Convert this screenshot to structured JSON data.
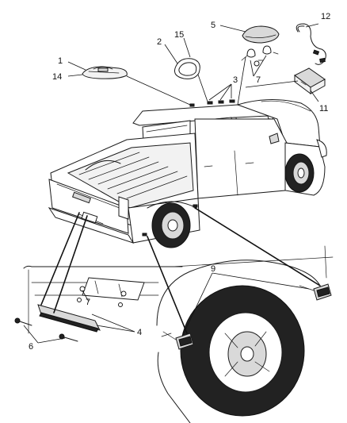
{
  "diagram": {
    "callouts": {
      "c1": "1",
      "c2": "2",
      "c3": "3",
      "c4": "4",
      "c5": "5",
      "c6": "6",
      "c7a": "7",
      "c7b": "7",
      "c9": "9",
      "c11": "11",
      "c12": "12",
      "c14": "14",
      "c15": "15"
    },
    "colors": {
      "line": "#1a1a1a",
      "part_fill": "#d9d9d9",
      "dark_part": "#222222",
      "background": "#ffffff"
    }
  }
}
